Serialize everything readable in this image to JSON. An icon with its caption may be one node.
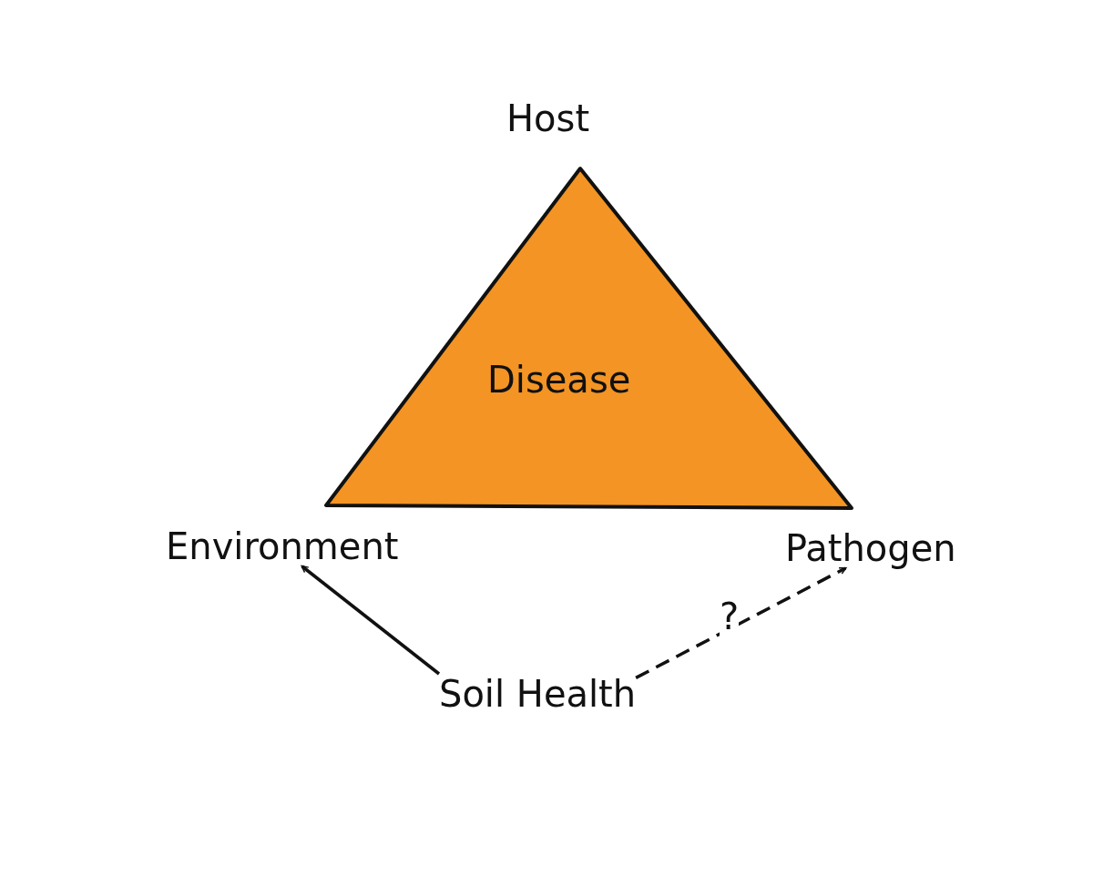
{
  "diagram": {
    "nodes": [
      {
        "text": [
          "Disease"
        ]
      },
      {
        "text": [
          "Environment"
        ]
      },
      {
        "text": [
          "Pathogen"
        ]
      },
      {
        "text": [
          "Soil Health"
        ]
      }
    ],
    "edges": [
      {
        "from": 3,
        "to": 1,
        "arrow": "to"
      },
      {
        "from": 3,
        "to": 2,
        "arrow": "to",
        "label": "?",
        "style": "dashed"
      }
    ],
    "labels": [
      "Host"
    ]
  }
}
